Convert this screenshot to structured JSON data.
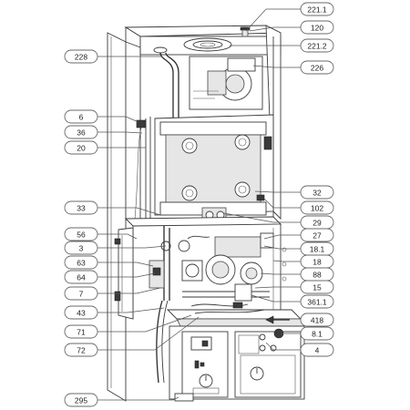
{
  "callouts": [
    {
      "id": "c-221-1",
      "label": "221.1"
    },
    {
      "id": "c-120",
      "label": "120"
    },
    {
      "id": "c-221-2",
      "label": "221.2"
    },
    {
      "id": "c-228",
      "label": "228"
    },
    {
      "id": "c-226",
      "label": "226"
    },
    {
      "id": "c-6",
      "label": "6"
    },
    {
      "id": "c-36",
      "label": "36"
    },
    {
      "id": "c-20",
      "label": "20"
    },
    {
      "id": "c-32",
      "label": "32"
    },
    {
      "id": "c-33",
      "label": "33"
    },
    {
      "id": "c-102",
      "label": "102"
    },
    {
      "id": "c-29",
      "label": "29"
    },
    {
      "id": "c-56",
      "label": "56"
    },
    {
      "id": "c-27",
      "label": "27"
    },
    {
      "id": "c-3",
      "label": "3"
    },
    {
      "id": "c-18-1",
      "label": "18.1"
    },
    {
      "id": "c-63",
      "label": "63"
    },
    {
      "id": "c-18",
      "label": "18"
    },
    {
      "id": "c-64",
      "label": "64"
    },
    {
      "id": "c-88",
      "label": "88"
    },
    {
      "id": "c-7",
      "label": "7"
    },
    {
      "id": "c-15",
      "label": "15"
    },
    {
      "id": "c-361-1",
      "label": "361.1"
    },
    {
      "id": "c-43",
      "label": "43"
    },
    {
      "id": "c-418",
      "label": "418"
    },
    {
      "id": "c-71",
      "label": "71"
    },
    {
      "id": "c-8-1",
      "label": "8.1"
    },
    {
      "id": "c-72",
      "label": "72"
    },
    {
      "id": "c-4",
      "label": "4"
    },
    {
      "id": "c-295",
      "label": "295"
    }
  ],
  "colors": {
    "line": "#3a3a3a",
    "label_border": "#6a6a6a",
    "label_text": "#222222",
    "shading": "#e6e6e6"
  }
}
